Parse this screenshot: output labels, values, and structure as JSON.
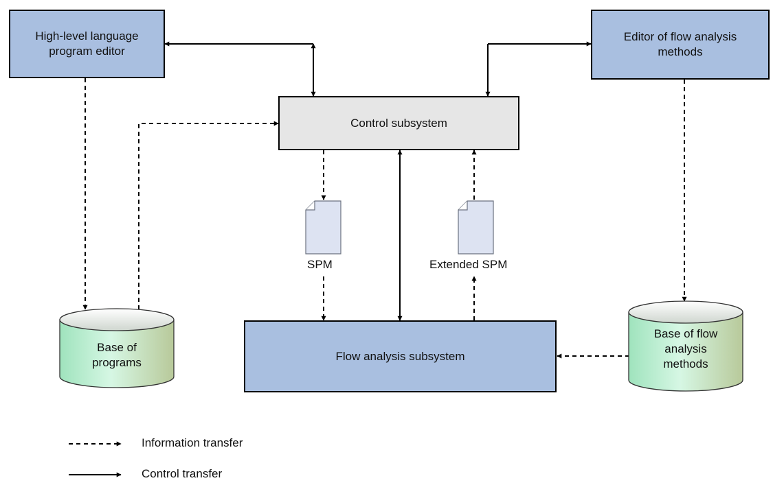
{
  "nodes": {
    "hll_editor": "High-level language program editor",
    "method_editor": "Editor of flow analysis methods",
    "control": "Control subsystem",
    "flow": "Flow analysis subsystem",
    "base_programs": "Base of programs",
    "base_methods": "Base of flow analysis methods"
  },
  "documents": {
    "spm": "SPM",
    "extended_spm": "Extended SPM"
  },
  "legend": {
    "info": "Information transfer",
    "control": "Control transfer"
  },
  "colors": {
    "box_blue": "#a9bfe0",
    "box_gray": "#e6e6e6",
    "cylinder_green": "#bff0d3",
    "document": "#dde3f2"
  }
}
